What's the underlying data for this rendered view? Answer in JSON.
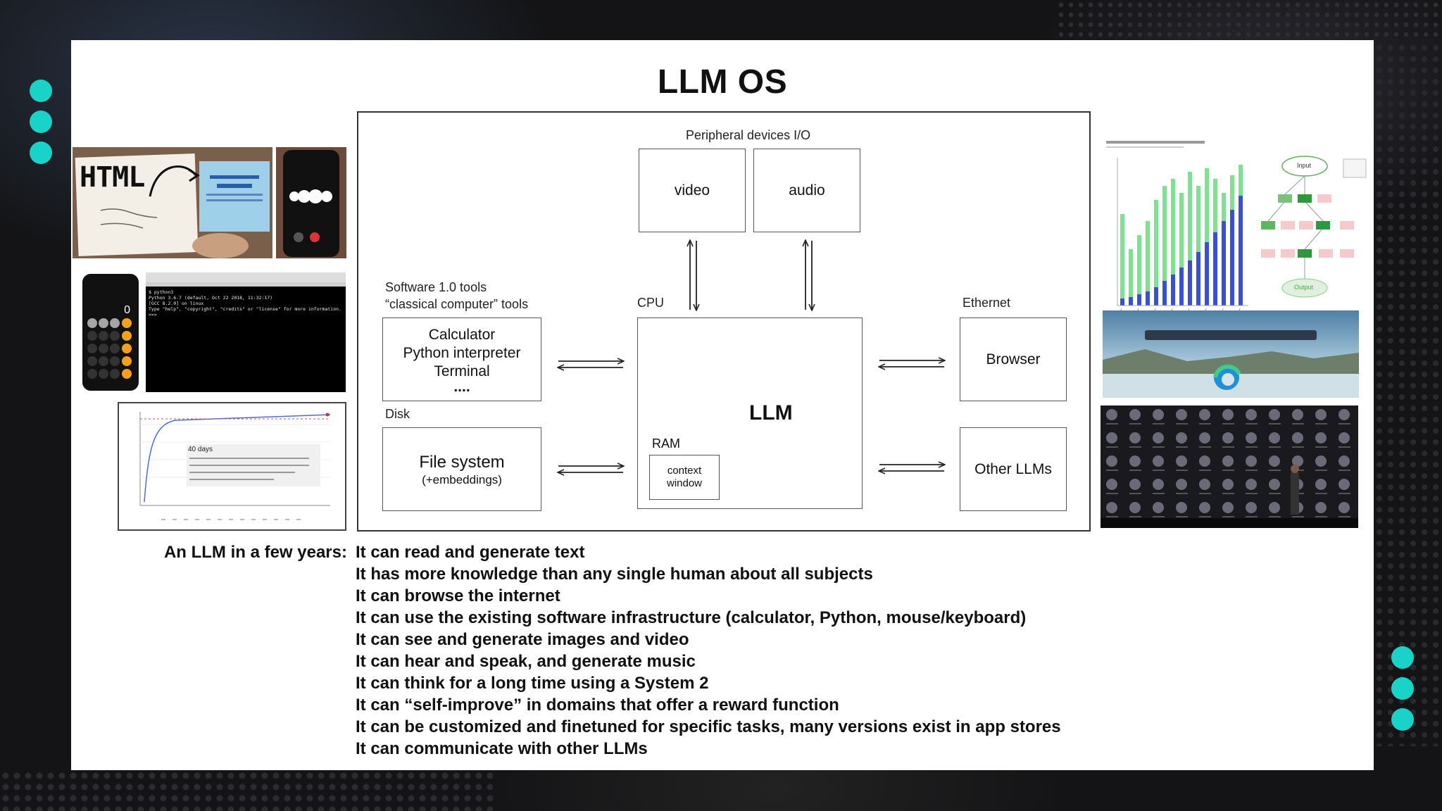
{
  "slide": {
    "title": "LLM OS"
  },
  "diagram": {
    "peripheral_label": "Peripheral devices I/O",
    "video": "video",
    "audio": "audio",
    "software_label_line1": "Software 1.0 tools",
    "software_label_line2": "“classical computer” tools",
    "tools": [
      "Calculator",
      "Python interpreter",
      "Terminal",
      "...."
    ],
    "cpu_label": "CPU",
    "llm": "LLM",
    "ram_label": "RAM",
    "context_window_line1": "context",
    "context_window_line2": "window",
    "disk_label": "Disk",
    "file_system": "File system",
    "file_system_sub": "(+embeddings)",
    "ethernet_label": "Ethernet",
    "browser": "Browser",
    "other_llms": "Other LLMs"
  },
  "thumbnails": {
    "html_sketch_text": "HTML",
    "python_line1": "$ python3",
    "python_line2": "Python 3.6.7 (default, Oct 22 2018, 11:32:17)",
    "python_line3": "[GCC 8.2.0] on linux",
    "python_line4": "Type \"help\", \"copyright\", \"credits\" or \"license\" for more information.",
    "python_line5": ">>>",
    "alphago_annotation": "40 days",
    "tot_input": "Input",
    "tot_output": "Output"
  },
  "bottom": {
    "label": "An LLM in a few years:",
    "capabilities": [
      "It can read and generate text",
      "It has more knowledge than any single human about all subjects",
      "It can browse the internet",
      "It can use the existing software infrastructure (calculator, Python, mouse/keyboard)",
      "It can see and generate images and video",
      "It can hear and speak, and generate music",
      "It can think for a long time using a System 2",
      "It can “self-improve” in domains that offer a reward function",
      "It can be customized and finetuned for specific tasks, many versions exist in app stores",
      "It can communicate with other LLMs"
    ]
  },
  "colors": {
    "accent_dots": "#19d3c9",
    "frame_background": "#141416",
    "slide_background": "#ffffff"
  },
  "icons": [
    "arrow-double-icon",
    "edge-browser-logo"
  ]
}
